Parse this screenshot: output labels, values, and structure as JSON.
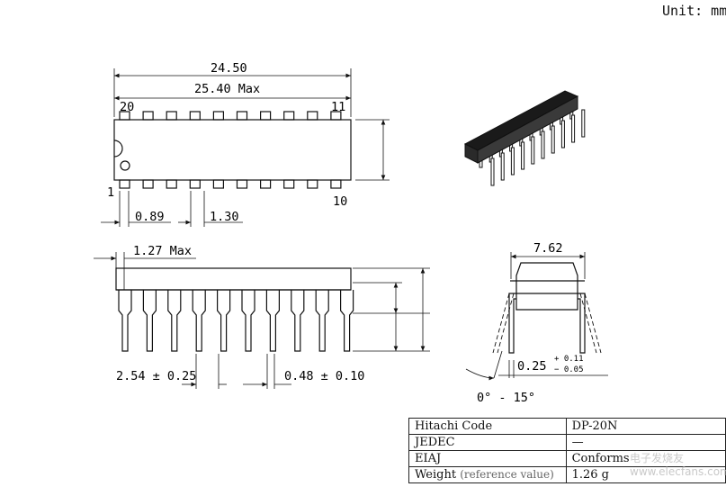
{
  "unit_label": "Unit: mm",
  "top_view": {
    "length_dim": "24.50",
    "max_length_dim": "25.40 Max",
    "pin_20": "20",
    "pin_11": "11",
    "pin_1": "1",
    "pin_10": "10",
    "pin_width_dim": "0.89",
    "pin_spacing_dim": "1.30"
  },
  "side_view": {
    "end_offset_dim": "1.27 Max",
    "pitch_dim": "2.54 ± 0.25",
    "lead_width_dim": "0.48 ± 0.10"
  },
  "end_view": {
    "row_spacing_dim": "7.62",
    "lead_thickness_dim": "0.25",
    "lead_thickness_tol_plus": "+ 0.11",
    "lead_thickness_tol_minus": "− 0.05",
    "angle_dim": "0° - 15°"
  },
  "info_table": {
    "rows": [
      {
        "key": "Hitachi Code",
        "value": "DP-20N"
      },
      {
        "key": "JEDEC",
        "value": "—"
      },
      {
        "key": "EIAJ",
        "value": "Conforms"
      },
      {
        "key": "Weight",
        "key_suffix": "(reference value)",
        "value": "1.26 g"
      }
    ]
  },
  "watermark": "电子发烧友 www.elecfans.com"
}
